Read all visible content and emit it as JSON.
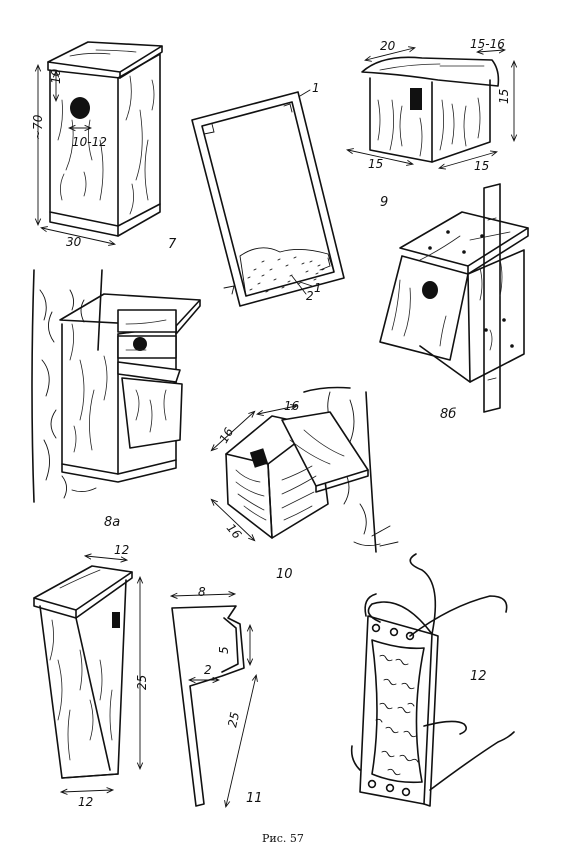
{
  "caption": "Рис. 57",
  "figures": {
    "f7": {
      "label": "7",
      "dims": [
        "10",
        "~70",
        "10-12",
        "30"
      ]
    },
    "f_section": {
      "labels": [
        "1",
        "1",
        "2"
      ]
    },
    "f9": {
      "label": "9",
      "dims": [
        "20",
        "15-16",
        "15",
        "15",
        "15"
      ]
    },
    "f8a": {
      "label": "8а"
    },
    "f8b": {
      "label": "8б"
    },
    "f10": {
      "label": "10",
      "dims": [
        "16",
        "16",
        "16"
      ]
    },
    "f_wedge": {
      "dims": [
        "12",
        "25",
        "12"
      ]
    },
    "f11": {
      "label": "11",
      "dims": [
        "8",
        "5",
        "2",
        "25"
      ]
    },
    "f12": {
      "label": "12"
    }
  }
}
